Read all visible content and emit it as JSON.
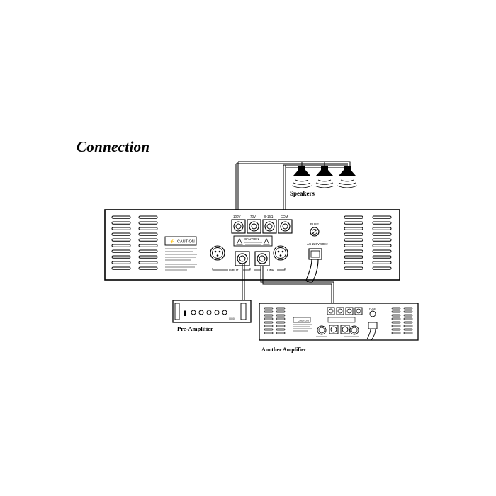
{
  "title": "Connection",
  "labels": {
    "speakers": "Speakers",
    "pre_amplifier": "Pre-Amplifier",
    "another_amplifier": "Another Amplifier"
  },
  "main_amp": {
    "terminals": [
      "100V",
      "70V",
      "8-16Ω",
      "COM"
    ],
    "fuse": "FUSE",
    "power": "AC 220V 50Hz",
    "input": "INPUT",
    "link": "LINK",
    "caution_box": "CAUTION",
    "caution_note": "CAUTION"
  },
  "second_amp": {
    "fuse": "FUSE",
    "caution_box": "CAUTION"
  },
  "preamp": {
    "model": "0000"
  }
}
